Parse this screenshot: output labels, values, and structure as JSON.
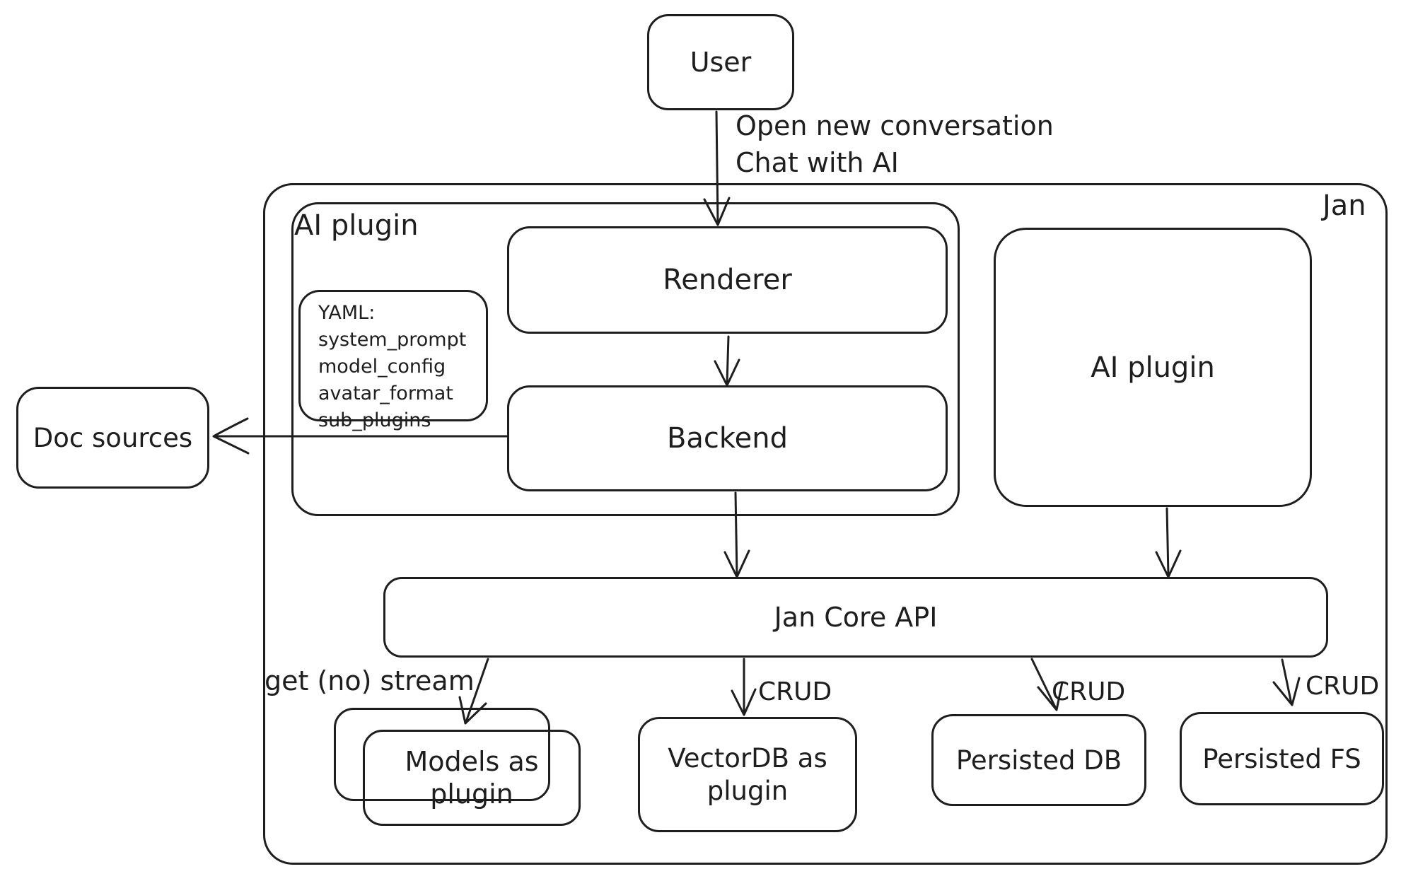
{
  "colors": {
    "stroke": "#1e1e1e",
    "background": "#ffffff"
  },
  "diagram": {
    "nodes": {
      "user": "User",
      "jan_frame": "Jan",
      "ai_plugin_group": "AI plugin",
      "renderer": "Renderer",
      "backend": "Backend",
      "yaml_note": {
        "title": "YAML:",
        "lines": [
          "system_prompt",
          "model_config",
          "avatar_format",
          "sub_plugins"
        ]
      },
      "doc_sources": "Doc sources",
      "ai_plugin": "AI plugin",
      "jan_core_api": "Jan Core API",
      "models_as_plugin": "Models as plugin",
      "vectordb_as_plugin": "VectorDB as plugin",
      "persisted_db": "Persisted DB",
      "persisted_fs": "Persisted FS"
    },
    "edge_labels": {
      "user_action_line1": "Open new conversation",
      "user_action_line2": "Chat with AI",
      "get_no_stream": "get (no) stream",
      "crud_vectordb": "CRUD",
      "crud_persisted_db": "CRUD",
      "crud_persisted_fs": "CRUD"
    }
  }
}
